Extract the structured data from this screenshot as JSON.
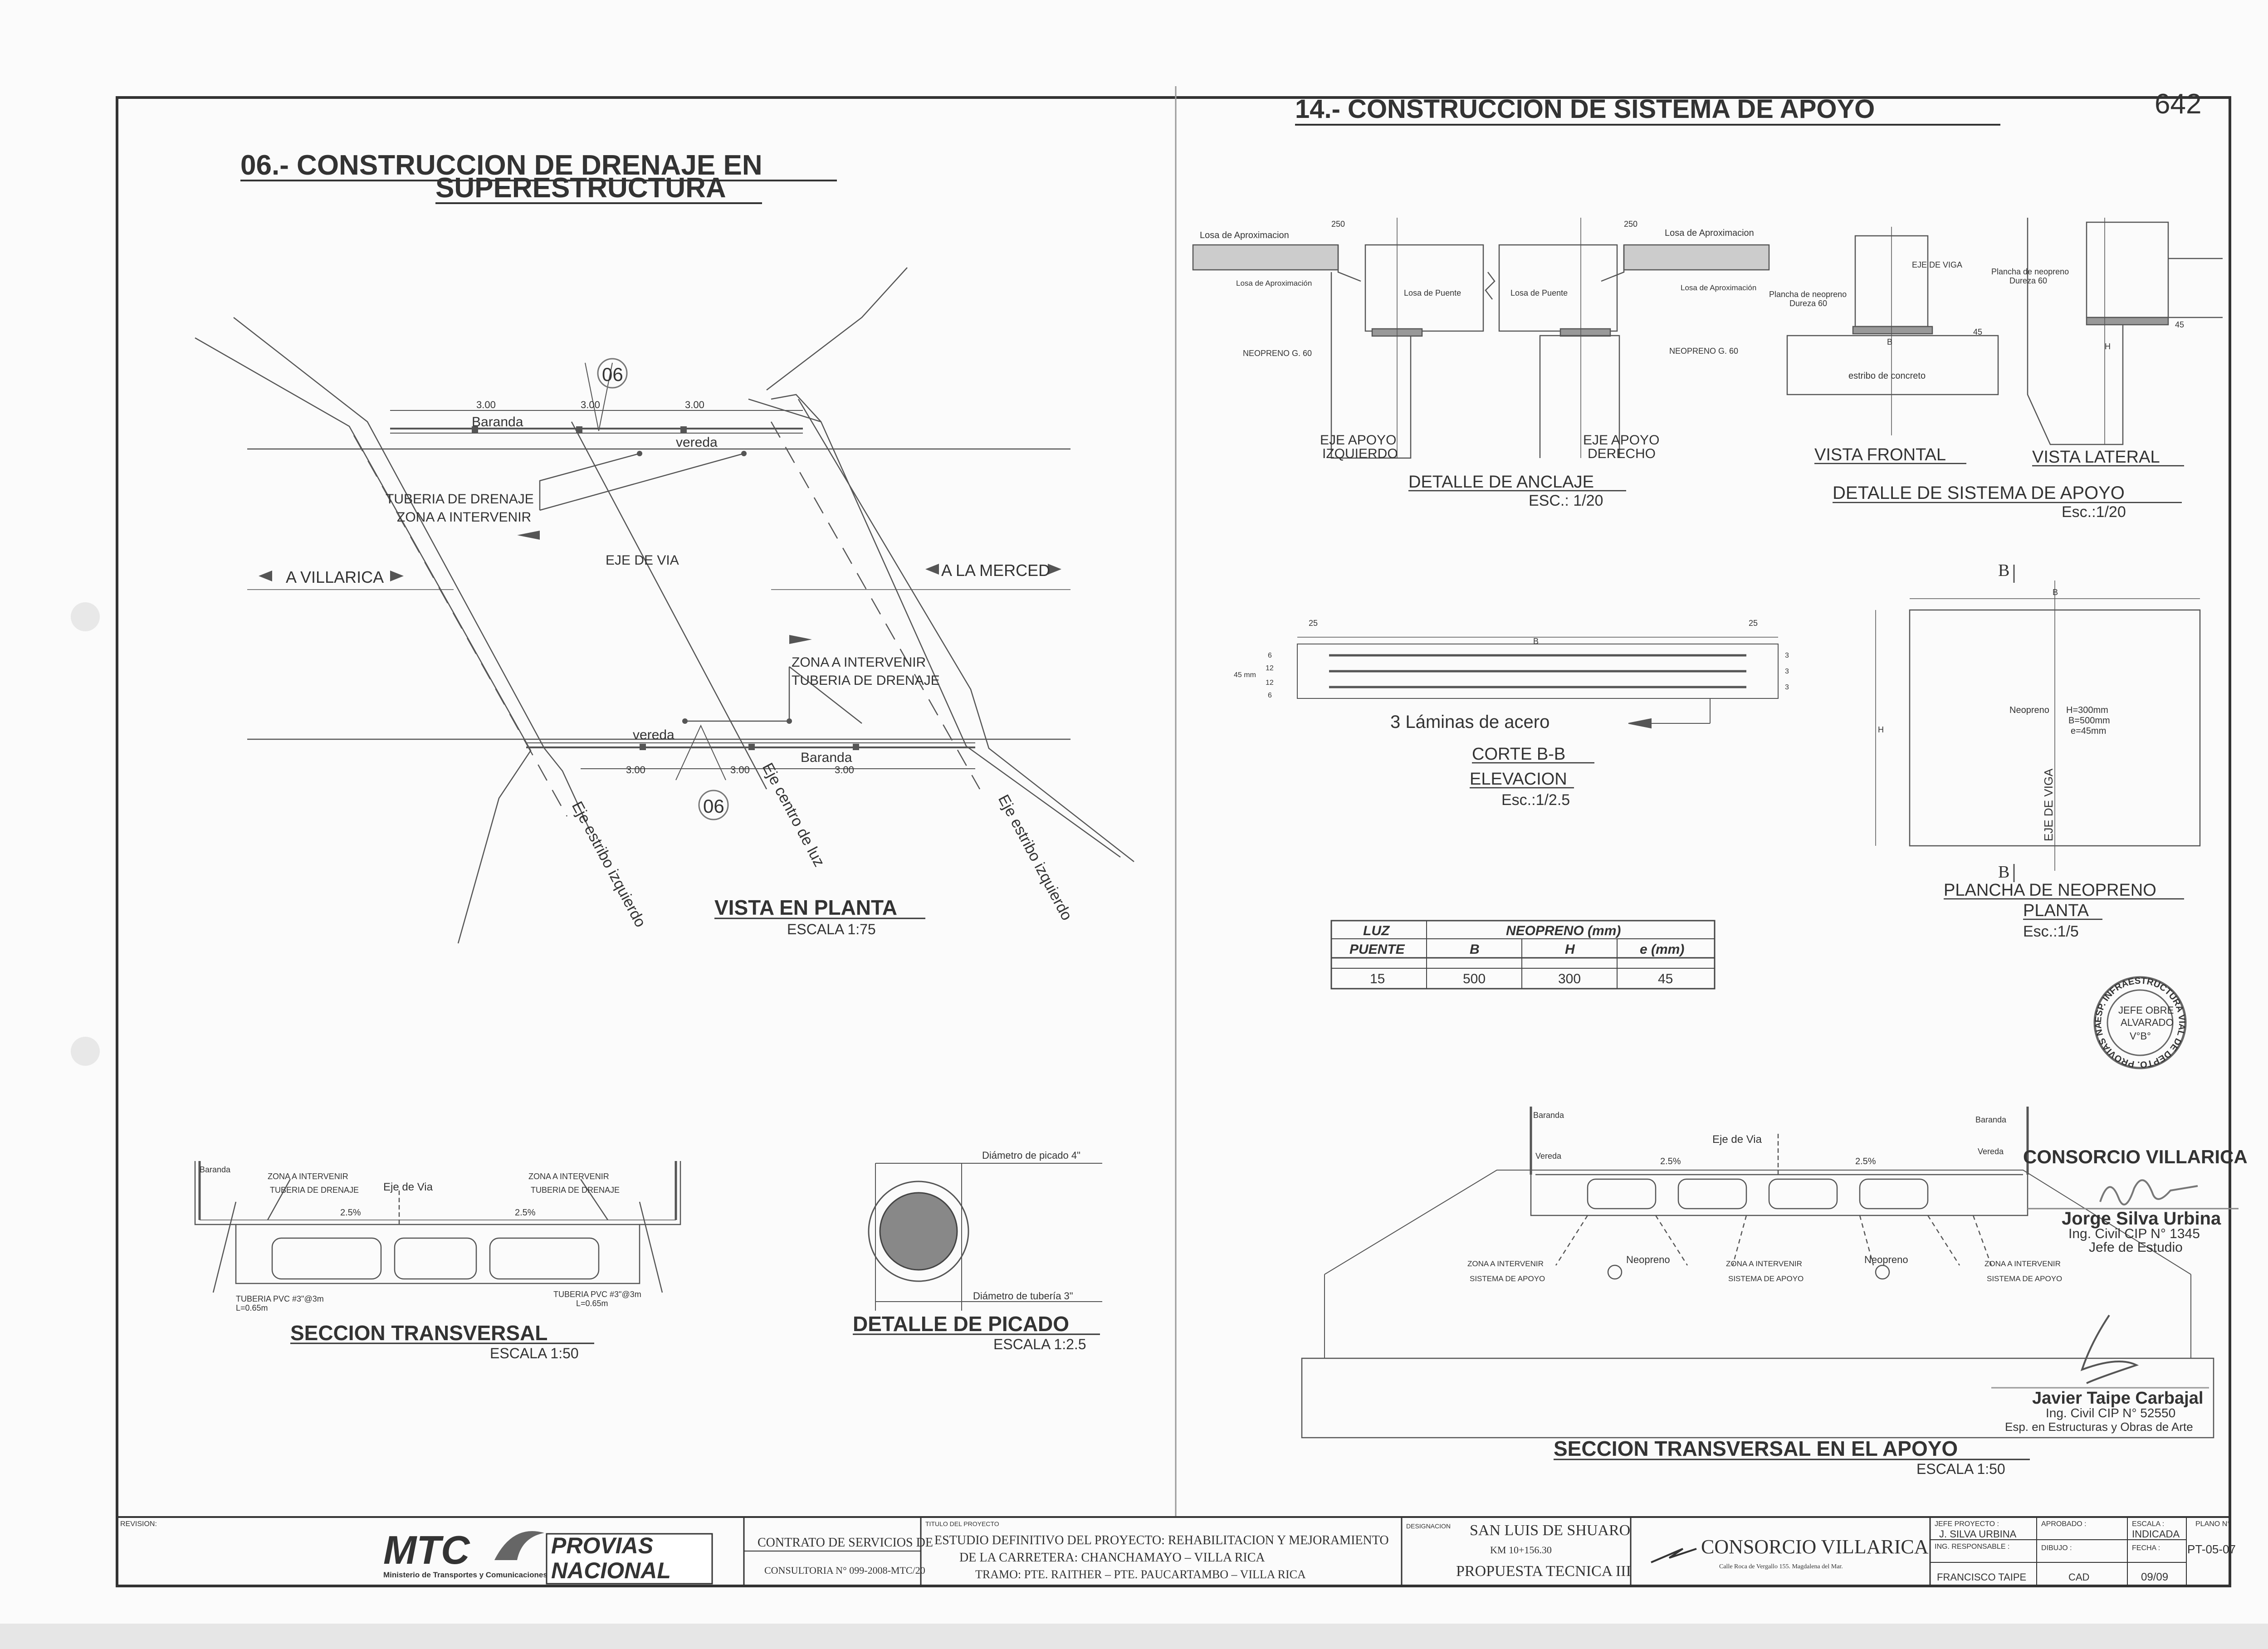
{
  "sheet_number": "642",
  "left": {
    "title_line1": "06.- CONSTRUCCION DE DRENAJE EN",
    "title_line2": "SUPERESTRUCTURA",
    "plan": {
      "dim_300": "3.00",
      "baranda": "Baranda",
      "vereda": "vereda",
      "tuberia_drenaje": "TUBERIA DE DRENAJE",
      "zona_intervenir": "ZONA A INTERVENIR",
      "eje_via": "EJE DE VIA",
      "a_villarica": "A  VILLARICA",
      "a_merced": "A  LA MERCED",
      "callout": "06",
      "eje_estribo_izq_1": "Eje estribo izquierdo",
      "eje_centro_luz": "Eje centro de luz",
      "eje_estribo_izq_2": "Eje estribo izquierdo",
      "title": "VISTA EN PLANTA",
      "scale": "ESCALA 1:75"
    },
    "section": {
      "baranda": "Baranda",
      "zona_intervenir": "ZONA A INTERVENIR",
      "tuberia_drenaje": "TUBERIA DE DRENAJE",
      "eje_via": "Eje de Via",
      "slope": "2.5%",
      "tuberia_pvc": "TUBERIA PVC #3\"@3m",
      "l_065": "L=0.65m",
      "title": "SECCION TRANSVERSAL",
      "scale": "ESCALA 1:50"
    },
    "picado": {
      "diam_picado": "Diámetro de picado 4\"",
      "diam_tuberia": "Diámetro de tubería 3\"",
      "title": "DETALLE DE PICADO",
      "scale": "ESCALA 1:2.5"
    }
  },
  "right": {
    "title": "14.- CONSTRUCCION DE SISTEMA DE APOYO",
    "anclaje": {
      "losa_aprox": "Losa de Aproximacion",
      "losa_aprox_small": "Losa de Aproximación",
      "dim_250": "250",
      "losa_puente": "Losa de Puente",
      "neopreno": "NEOPRENO G. 60",
      "eje_apoyo": "EJE APOYO",
      "izquierdo": "IZQUIERDO",
      "derecho": "DERECHO",
      "title": "DETALLE DE ANCLAJE",
      "scale": "ESC.: 1/20"
    },
    "sistema": {
      "eje_viga": "EJE DE VIGA",
      "plancha_neopreno": "Plancha de neopreno",
      "dureza": "Dureza 60",
      "estribo": "estribo de concreto",
      "b": "B",
      "h": "H",
      "dim_45": "45",
      "vista_frontal": "VISTA FRONTAL",
      "vista_lateral": "VISTA LATERAL",
      "title": "DETALLE  DE  SISTEMA DE APOYO",
      "scale": "Esc.:1/20"
    },
    "corte": {
      "dim_25": "25",
      "b": "B",
      "dims": [
        "6",
        "12",
        "12",
        "6"
      ],
      "total": "45 mm",
      "right_dims": [
        "3",
        "3",
        "3"
      ],
      "laminas": "3 Láminas de acero",
      "title": "CORTE B-B",
      "subtitle": "ELEVACION",
      "scale": "Esc.:1/2.5"
    },
    "plancha": {
      "b": "B",
      "h": "H",
      "neopreno_label": "Neopreno",
      "dim_h": "H=300mm",
      "dim_b": "B=500mm",
      "dim_e": "e=45mm",
      "eje_viga": "EJE DE VIGA",
      "title": "PLANCHA DE NEOPRENO",
      "subtitle": "PLANTA",
      "scale": "Esc.:1/5"
    },
    "table": {
      "h_luz": "LUZ",
      "h_neopreno": "NEOPRENO (mm)",
      "h_puente": "PUENTE",
      "h_b": "B",
      "h_h": "H",
      "h_e": "e (mm)",
      "row": [
        "15",
        "500",
        "300",
        "45"
      ]
    },
    "stamp": {
      "ring": "ESP. INFRAESTRUCTURA VIAL DE DEPTO. PROVIAS NAC.",
      "center_top": "JEFE OBRE",
      "center_mid": "ALVARADO",
      "center_bot": "V°B°"
    },
    "section": {
      "baranda": "Baranda",
      "vereda": "Vereda",
      "eje_via": "Eje de Via",
      "slope": "2.5%",
      "neopreno": "Neopreno",
      "zona_intervenir": "ZONA A INTERVENIR",
      "sistema_apoyo": "SISTEMA DE APOYO",
      "title": "SECCION TRANSVERSAL EN EL APOYO",
      "scale": "ESCALA 1:50"
    },
    "signatures": {
      "consorcio": "CONSORCIO VILLARICA",
      "name1": "Jorge Silva Urbina",
      "cip1": "Ing. Civil CIP N° 1345",
      "role1": "Jefe de Estudio",
      "name2": "Javier Taipe Carbajal",
      "cip2": "Ing. Civil CIP N° 52550",
      "role2": "Esp. en Estructuras y Obras de Arte"
    }
  },
  "titleblock": {
    "revision": "REVISION:",
    "mtc": "MTC",
    "mtc_sub": "Ministerio de Transportes y Comunicaciones",
    "provias1": "PROVIAS",
    "provias2": "NACIONAL",
    "contrato1": "CONTRATO DE SERVICIOS DE",
    "contrato2": "CONSULTORIA N° 099-2008-MTC/20",
    "titulo_label": "TITULO DEL PROYECTO",
    "titulo1": "ESTUDIO DEFINITIVO DEL PROYECTO: REHABILITACION Y MEJORAMIENTO",
    "titulo2": "DE LA CARRETERA: CHANCHAMAYO – VILLA RICA",
    "titulo3": "TRAMO: PTE. RAITHER – PTE. PAUCARTAMBO – VILLA RICA",
    "designacion_label": "DESIGNACION",
    "designacion1": "SAN LUIS DE SHUARO",
    "designacion2": "KM 10+156.30",
    "designacion3": "PROPUESTA TECNICA III",
    "consorcio": "CONSORCIO VILLARICA",
    "consorcio_addr": "Calle Roca de Vergallo 155. Magdalena del Mar.",
    "jefe_label": "JEFE PROYECTO :",
    "jefe": "J. SILVA URBINA",
    "ing_label": "ING. RESPONSABLE :",
    "ing": "FRANCISCO TAIPE",
    "aprobado_label": "APROBADO :",
    "dibujo_label": "DIBUJO :",
    "dibujo": "CAD",
    "escala_label": "ESCALA :",
    "escala": "INDICADA",
    "fecha_label": "FECHA :",
    "fecha": "09/09",
    "plano_label": "PLANO N°",
    "plano": "PT-05-07"
  }
}
